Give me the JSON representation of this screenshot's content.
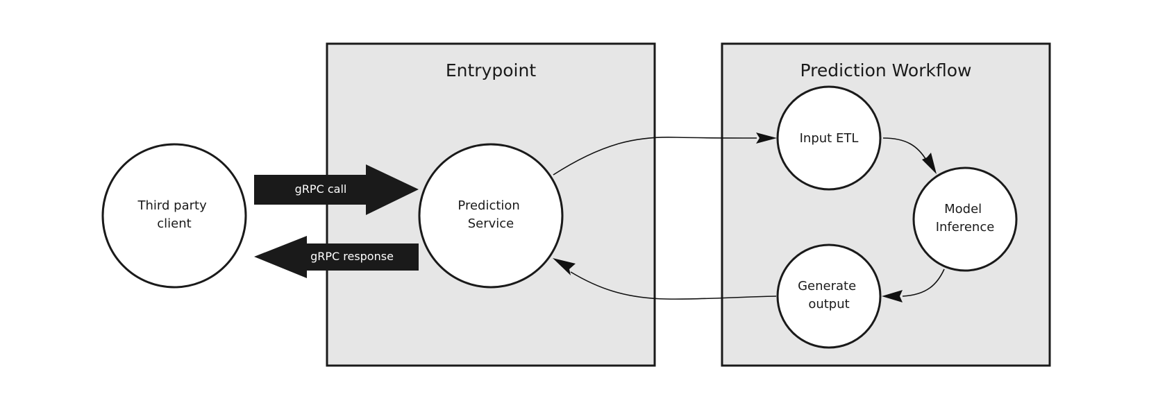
{
  "containers": {
    "entrypoint": {
      "title": "Entrypoint"
    },
    "prediction_workflow": {
      "title": "Prediction Workflow"
    }
  },
  "nodes": {
    "third_party_client": {
      "line1": "Third party",
      "line2": "client"
    },
    "prediction_service": {
      "line1": "Prediction",
      "line2": "Service"
    },
    "input_etl": {
      "line1": "Input ETL"
    },
    "model_inference": {
      "line1": "Model",
      "line2": "Inference"
    },
    "generate_output": {
      "line1": "Generate",
      "line2": "output"
    }
  },
  "arrows": {
    "grpc_call": {
      "label": "gRPC call"
    },
    "grpc_response": {
      "label": "gRPC response"
    }
  },
  "colors": {
    "container_fill": "#e6e6e6",
    "outline": "#1a1a1a",
    "node_fill": "#ffffff",
    "arrow_fill": "#1a1a1a",
    "arrow_text": "#ffffff"
  }
}
